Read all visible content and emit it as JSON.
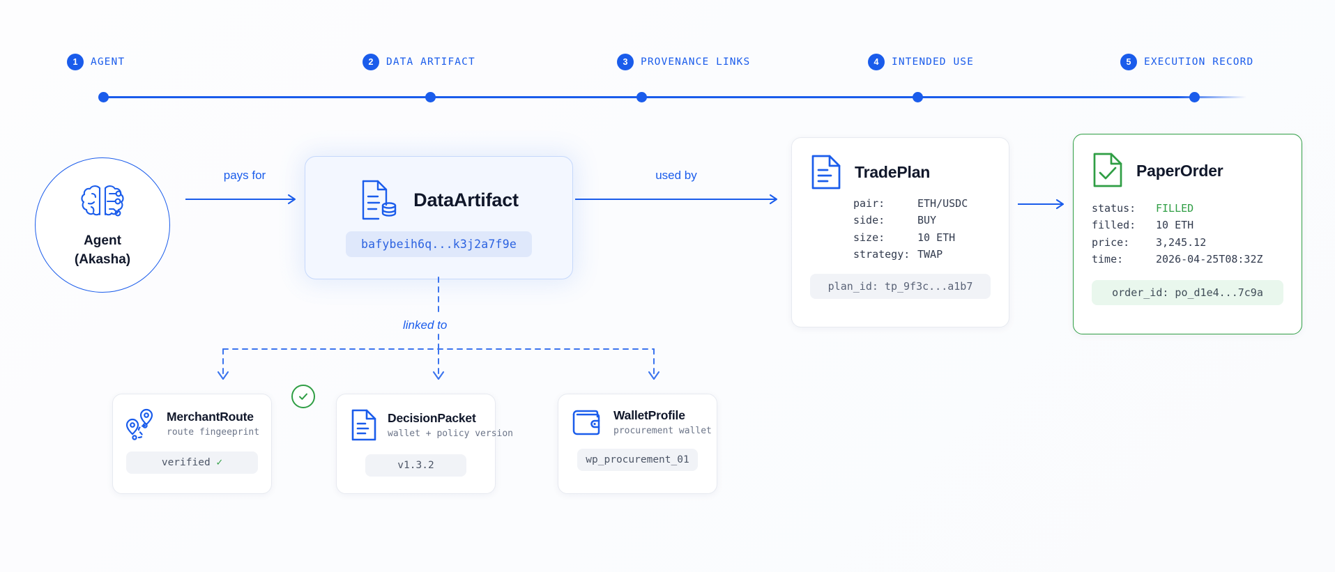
{
  "theme": {
    "background": "#fdfdfd",
    "accent_blue": "#1a5ceb",
    "accent_green": "#2f9e44",
    "artifact_fill": "#f3f7ff",
    "artifact_border": "#c5d8fb",
    "text_dark": "#10172a",
    "text_muted": "#6b7488"
  },
  "timeline": {
    "steps": [
      {
        "num": "1",
        "label": "AGENT"
      },
      {
        "num": "2",
        "label": "DATA ARTIFACT"
      },
      {
        "num": "3",
        "label": "PROVENANCE LINKS"
      },
      {
        "num": "4",
        "label": "INTENDED USE"
      },
      {
        "num": "5",
        "label": "EXECUTION RECORD"
      }
    ]
  },
  "agent": {
    "icon": "brain-circuit-icon",
    "name": "Agent",
    "subtitle": "(Akasha)"
  },
  "edges": {
    "pays_for": "pays for",
    "used_by": "used by",
    "linked_to": "linked to"
  },
  "artifact": {
    "icon": "document-database-icon",
    "title": "DataArtifact",
    "cid": "bafybeih6q...k3j2a7f9e"
  },
  "trade_plan": {
    "icon": "document-lines-icon",
    "title": "TradePlan",
    "fields": [
      {
        "key": "pair:",
        "value": "ETH/USDC"
      },
      {
        "key": "side:",
        "value": "BUY"
      },
      {
        "key": "size:",
        "value": "10 ETH"
      },
      {
        "key": "strategy:",
        "value": "TWAP"
      }
    ],
    "id_chip": "plan_id: tp_9f3c...a1b7"
  },
  "paper_order": {
    "icon": "document-check-icon",
    "title": "PaperOrder",
    "fields": [
      {
        "key": "status:",
        "value": "FILLED",
        "highlight": "green"
      },
      {
        "key": "filled:",
        "value": "10 ETH",
        "highlight": ""
      },
      {
        "key": "price:",
        "value": "3,245.12",
        "highlight": ""
      },
      {
        "key": "time:",
        "value": "2026-04-25T08:32Z",
        "highlight": ""
      }
    ],
    "id_chip": "order_id: po_d1e4...7c9a"
  },
  "provenance_cards": [
    {
      "icon": "map-route-pins-icon",
      "title": "MerchantRoute",
      "subtitle": "route fingeeprint",
      "chip": "verified",
      "chip_tick": "✓",
      "badge": "check-circle-badge"
    },
    {
      "icon": "document-lines-icon",
      "title": "DecisionPacket",
      "subtitle": "wallet + policy version",
      "chip": "v1.3.2",
      "chip_tick": "",
      "badge": ""
    },
    {
      "icon": "wallet-icon",
      "title": "WalletProfile",
      "subtitle": "procurement wallet",
      "chip": "wp_procurement_01",
      "chip_tick": "",
      "badge": ""
    }
  ]
}
